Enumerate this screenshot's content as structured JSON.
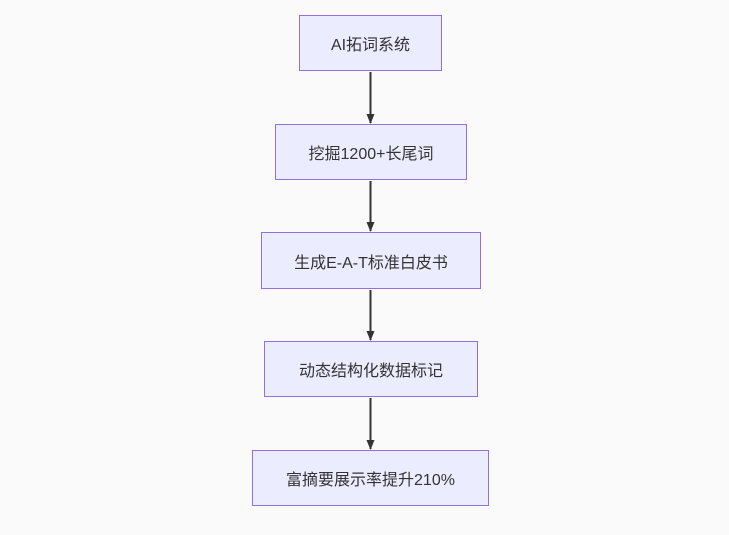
{
  "diagram": {
    "type": "flowchart",
    "direction": "top-down",
    "nodes": [
      {
        "id": "n1",
        "label": "AI拓词系统"
      },
      {
        "id": "n2",
        "label": "挖掘1200+长尾词"
      },
      {
        "id": "n3",
        "label": "生成E-A-T标准白皮书"
      },
      {
        "id": "n4",
        "label": "动态结构化数据标记"
      },
      {
        "id": "n5",
        "label": "富摘要展示率提升210%"
      }
    ],
    "edges": [
      {
        "from": "n1",
        "to": "n2"
      },
      {
        "from": "n2",
        "to": "n3"
      },
      {
        "from": "n3",
        "to": "n4"
      },
      {
        "from": "n4",
        "to": "n5"
      }
    ],
    "colors": {
      "node_fill": "#ECECFF",
      "node_border": "#9370DB",
      "edge": "#333333",
      "text": "#333333",
      "background": "#fafafa"
    }
  }
}
